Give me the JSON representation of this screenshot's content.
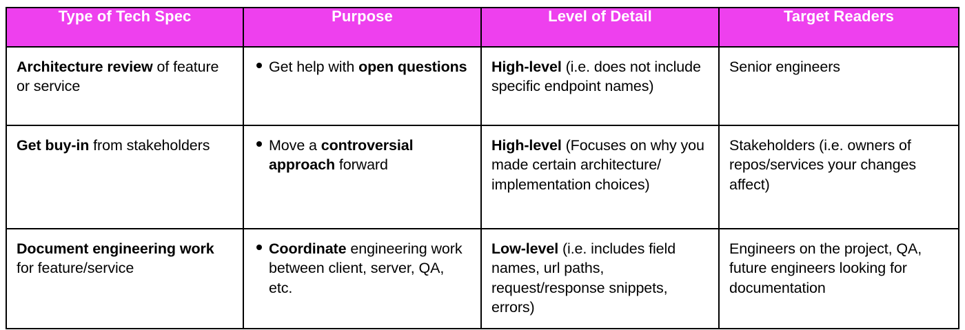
{
  "table": {
    "accent_color": "#ee40ee",
    "header_text_color": "#ffffff",
    "border_color": "#000000",
    "background_color": "#ffffff",
    "columns": [
      {
        "label": "Type of Tech Spec"
      },
      {
        "label": "Purpose"
      },
      {
        "label": "Level of Detail"
      },
      {
        "label": "Target Readers"
      }
    ],
    "rows": [
      {
        "type_of_tech_spec": {
          "bold": "Architecture review",
          "rest": " of feature or service"
        },
        "purpose": {
          "bullet": "•",
          "pre": "Get help with ",
          "bold": "open questions",
          "post": ""
        },
        "level_of_detail": {
          "bold": "High-level",
          "rest": " (i.e. does not include specific endpoint names)"
        },
        "target_readers": "Senior engineers"
      },
      {
        "type_of_tech_spec": {
          "bold": "Get buy-in",
          "rest": " from stakeholders"
        },
        "purpose": {
          "bullet": "•",
          "pre": "Move a ",
          "bold": "controversial approach",
          "post": " forward"
        },
        "level_of_detail": {
          "bold": "High-level",
          "rest": " (Focuses on why you made certain architecture/ implementation choices)"
        },
        "target_readers": "Stakeholders (i.e. owners of repos/services your changes affect)"
      },
      {
        "type_of_tech_spec": {
          "bold": "Document engineering work",
          "rest": " for feature/service"
        },
        "purpose": {
          "bullet": "•",
          "pre": "",
          "bold": "Coordinate",
          "post": " engineering work between client, server, QA, etc."
        },
        "level_of_detail": {
          "bold": "Low-level",
          "rest": " (i.e. includes field names, url paths, request/response snippets, errors)"
        },
        "target_readers": "Engineers on the project, QA, future engineers looking for documentation"
      }
    ]
  }
}
